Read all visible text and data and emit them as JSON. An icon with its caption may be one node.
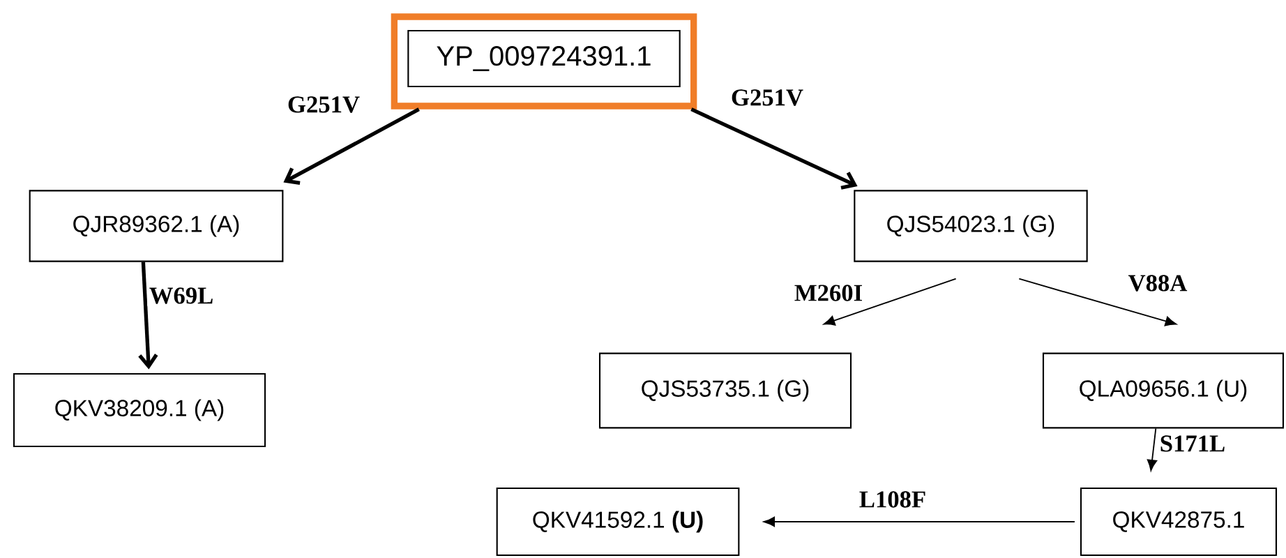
{
  "diagram": {
    "nodes": [
      {
        "text": [],
        "shape": "box"
      },
      {
        "text": [
          "YP_009724391.1"
        ],
        "in": 0
      },
      {
        "text": [
          "QJR89362.1 (A)"
        ]
      },
      {
        "text": [
          "QJS54023.1 (G)"
        ]
      },
      {
        "text": [
          "QKV38209.1 (A)"
        ]
      },
      {
        "text": [
          "QJS53735.1 (G)"
        ]
      },
      {
        "text": [
          "QLA09656.1 (U)"
        ]
      },
      {
        "text": [
          "QKV41592.1  **(U)**"
        ]
      },
      {
        "text": [
          "QKV42875.1"
        ]
      }
    ],
    "edges": [
      {
        "from": 0,
        "to": 2,
        "arrow": "to",
        "label": "G251V",
        "style": "thick"
      },
      {
        "from": 0,
        "to": 3,
        "arrow": "to",
        "label": "G251V",
        "style": "thick"
      },
      {
        "from": 2,
        "to": 4,
        "arrow": "to",
        "label": "W69L",
        "style": "thick"
      },
      {
        "from": 3,
        "to": 5,
        "arrow": "to",
        "label": "M260I"
      },
      {
        "from": 3,
        "to": 6,
        "arrow": "to",
        "label": "V88A"
      },
      {
        "from": 6,
        "to": 8,
        "arrow": "to",
        "label": "S171L"
      },
      {
        "from": 8,
        "to": 7,
        "arrow": "to",
        "label": "L108F"
      }
    ]
  }
}
